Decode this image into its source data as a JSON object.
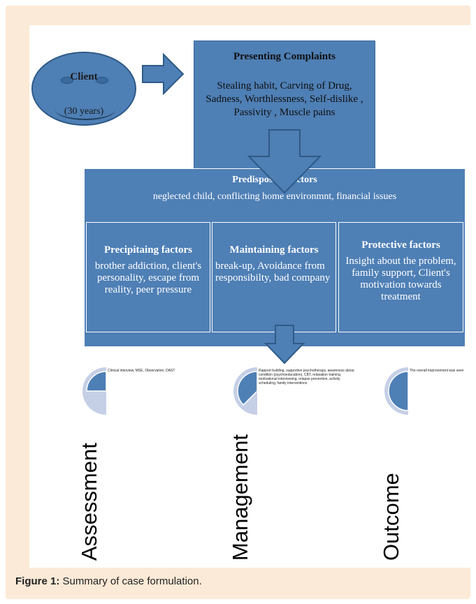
{
  "client": {
    "label": "Client",
    "age": "(30 years)"
  },
  "complaints": {
    "title": "Presenting Complaints",
    "body": "Stealing habit, Carving of Drug, Sadness, Worthlessness, Self-dislike , Passivity , Muscle pains"
  },
  "predisposing": {
    "title": "Predisposing factors",
    "body": "neglected child, conflicting home environmnt, financial issues"
  },
  "factors": [
    {
      "title": "Precipitaing factors",
      "body": "brother addiction, client's personality, escape from reality, peer pressure"
    },
    {
      "title": "Maintaining factors",
      "body": "break-up, Avoidance from responsibilty, bad company"
    },
    {
      "title": "Protective factors",
      "body": "Insight about the problem, family support, Client's motivation towards treatment"
    }
  ],
  "phases": [
    {
      "label": "Assessment",
      "fill": 0.25,
      "note": "Clinical interview, MSE, Observation, DAST"
    },
    {
      "label": "Management",
      "fill": 0.375,
      "note": "Rapport building, supportive psychotherapy, awareness about condition (psychoeducation), CBT, relaxation training, motivational interviewing, relapse prevention, activity scheduling, family interventions"
    },
    {
      "label": "Outcome",
      "fill": 0.5,
      "note": "The overall improvement was seen"
    }
  ],
  "caption": {
    "label": "Figure 1:",
    "text": "Summary of case formulation."
  },
  "colors": {
    "box_blue": "#4e7fb5",
    "pie_light": "#c5cfe6",
    "frame_bg": "#fbead7"
  }
}
